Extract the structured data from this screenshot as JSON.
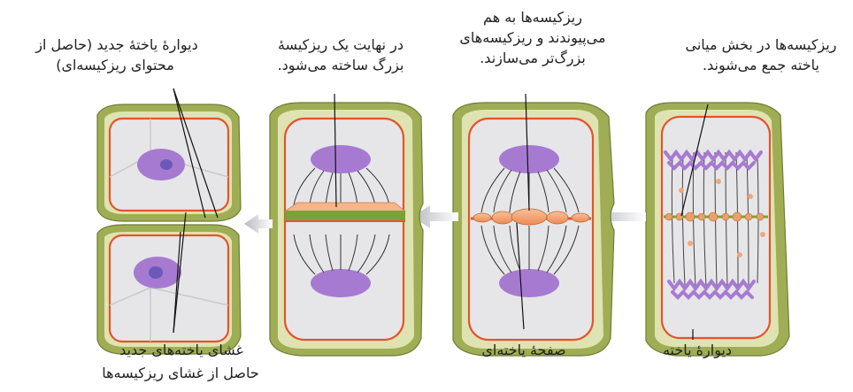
{
  "labels": {
    "top_right_1": "ریزکیسه‌ها در بخش میانی",
    "top_right_2": "یاخته جمع می‌شوند.",
    "top_mid_1": "ریزکیسه‌ها به هم",
    "top_mid_2": "می‌پیوندند و ریزکیسه‌های",
    "top_mid_3": "بزرگ‌تر می‌سازند.",
    "top_midleft_1": "در نهایت یک ریزکیسهٔ",
    "top_midleft_2": "بزرگ ساخته می‌شود.",
    "top_left_1": "دیوارهٔ یاختهٔ جدید (حاصل از",
    "top_left_2": "محتوای ریزکیسه‌ای)",
    "bottom_right": "دیوارهٔ یاخته",
    "bottom_mid": "صفحهٔ یاخته‌ای",
    "bottom_left_1": "غشای یاخته‌های جدید",
    "bottom_left_2": "حاصل از غشای ریزکیسه‌ها"
  },
  "colors": {
    "wall_outer": "#9fae54",
    "wall_inner": "#dfe3b2",
    "membrane": "#e4542c",
    "cytoplasm": "#e6e6e9",
    "chromosome": "#a77ad1",
    "vesicle": "#f2a46e",
    "new_wall": "#7aa23a",
    "arrow": "#9ea0a6"
  }
}
